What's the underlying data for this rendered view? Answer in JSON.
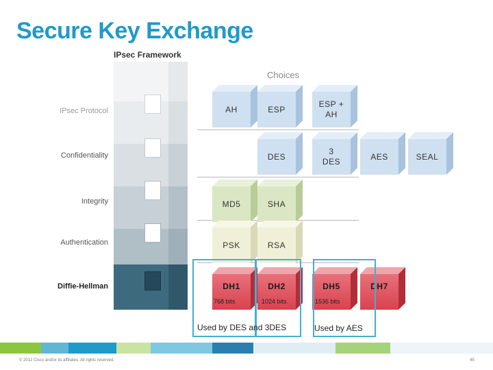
{
  "title": "Secure Key Exchange",
  "framework_label": "IPsec Framework",
  "choices_label": "Choices",
  "rows": {
    "ipsec_protocol": "IPsec Protocol",
    "confidentiality": "Confidentiality",
    "integrity": "Integrity",
    "authentication": "Authentication",
    "diffie_hellman": "Diffie-Hellman"
  },
  "protocol": {
    "ah": "AH",
    "esp": "ESP",
    "esp_ah": "ESP + AH"
  },
  "confidentiality": {
    "des": "DES",
    "triple_des": "3 DES",
    "aes": "AES",
    "seal": "SEAL"
  },
  "integrity": {
    "md5": "MD5",
    "sha": "SHA"
  },
  "authentication": {
    "psk": "PSK",
    "rsa": "RSA"
  },
  "dh": [
    {
      "label": "DH1",
      "bits": "768 bits"
    },
    {
      "label": "DH2",
      "bits": "1024 bits"
    },
    {
      "label": "DH5",
      "bits": "1536 bits"
    },
    {
      "label": "DH7",
      "bits": ""
    }
  ],
  "notes": {
    "des_3des": "Used by DES and 3DES",
    "aes": "Used by AES"
  },
  "footer": "© 2012 Cisco and/or its affiliates. All rights reserved.",
  "page_number": "45",
  "colors": {
    "title": "#1f9ac9",
    "highlight": "#45aed2"
  }
}
